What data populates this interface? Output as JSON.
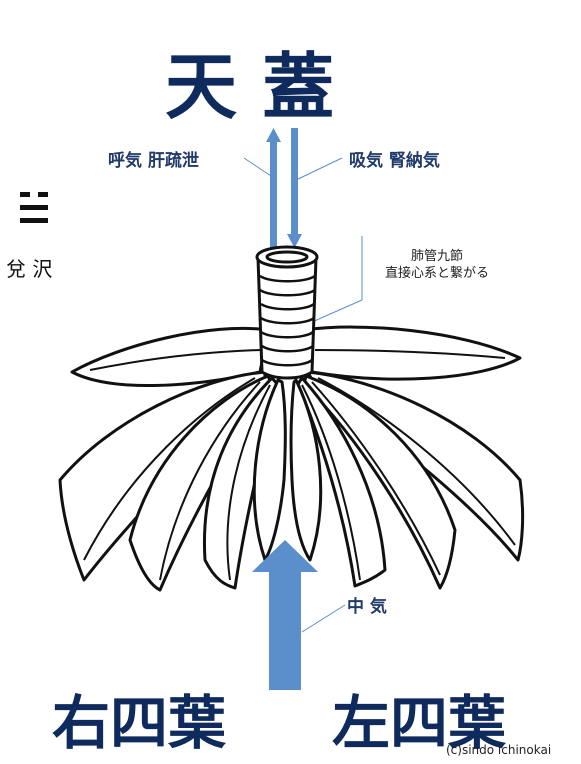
{
  "colors": {
    "title": "#0f2a5c",
    "label": "#1f3a6b",
    "arrow": "#5a8fcc",
    "ink": "#111111"
  },
  "title_top": "天 蓋",
  "exhale_label": "呼気 肝疏泄",
  "inhale_label": "吸気 腎納気",
  "trigram": {
    "glyph": "☱",
    "name": "兌 沢"
  },
  "lung_tube_note": [
    "肺管九節",
    "直接心系と繋がる"
  ],
  "center_qi_label": "中 気",
  "bottom_left_title": "右四葉",
  "bottom_right_title": "左四葉",
  "credit": "(c)sindo ichinokai"
}
